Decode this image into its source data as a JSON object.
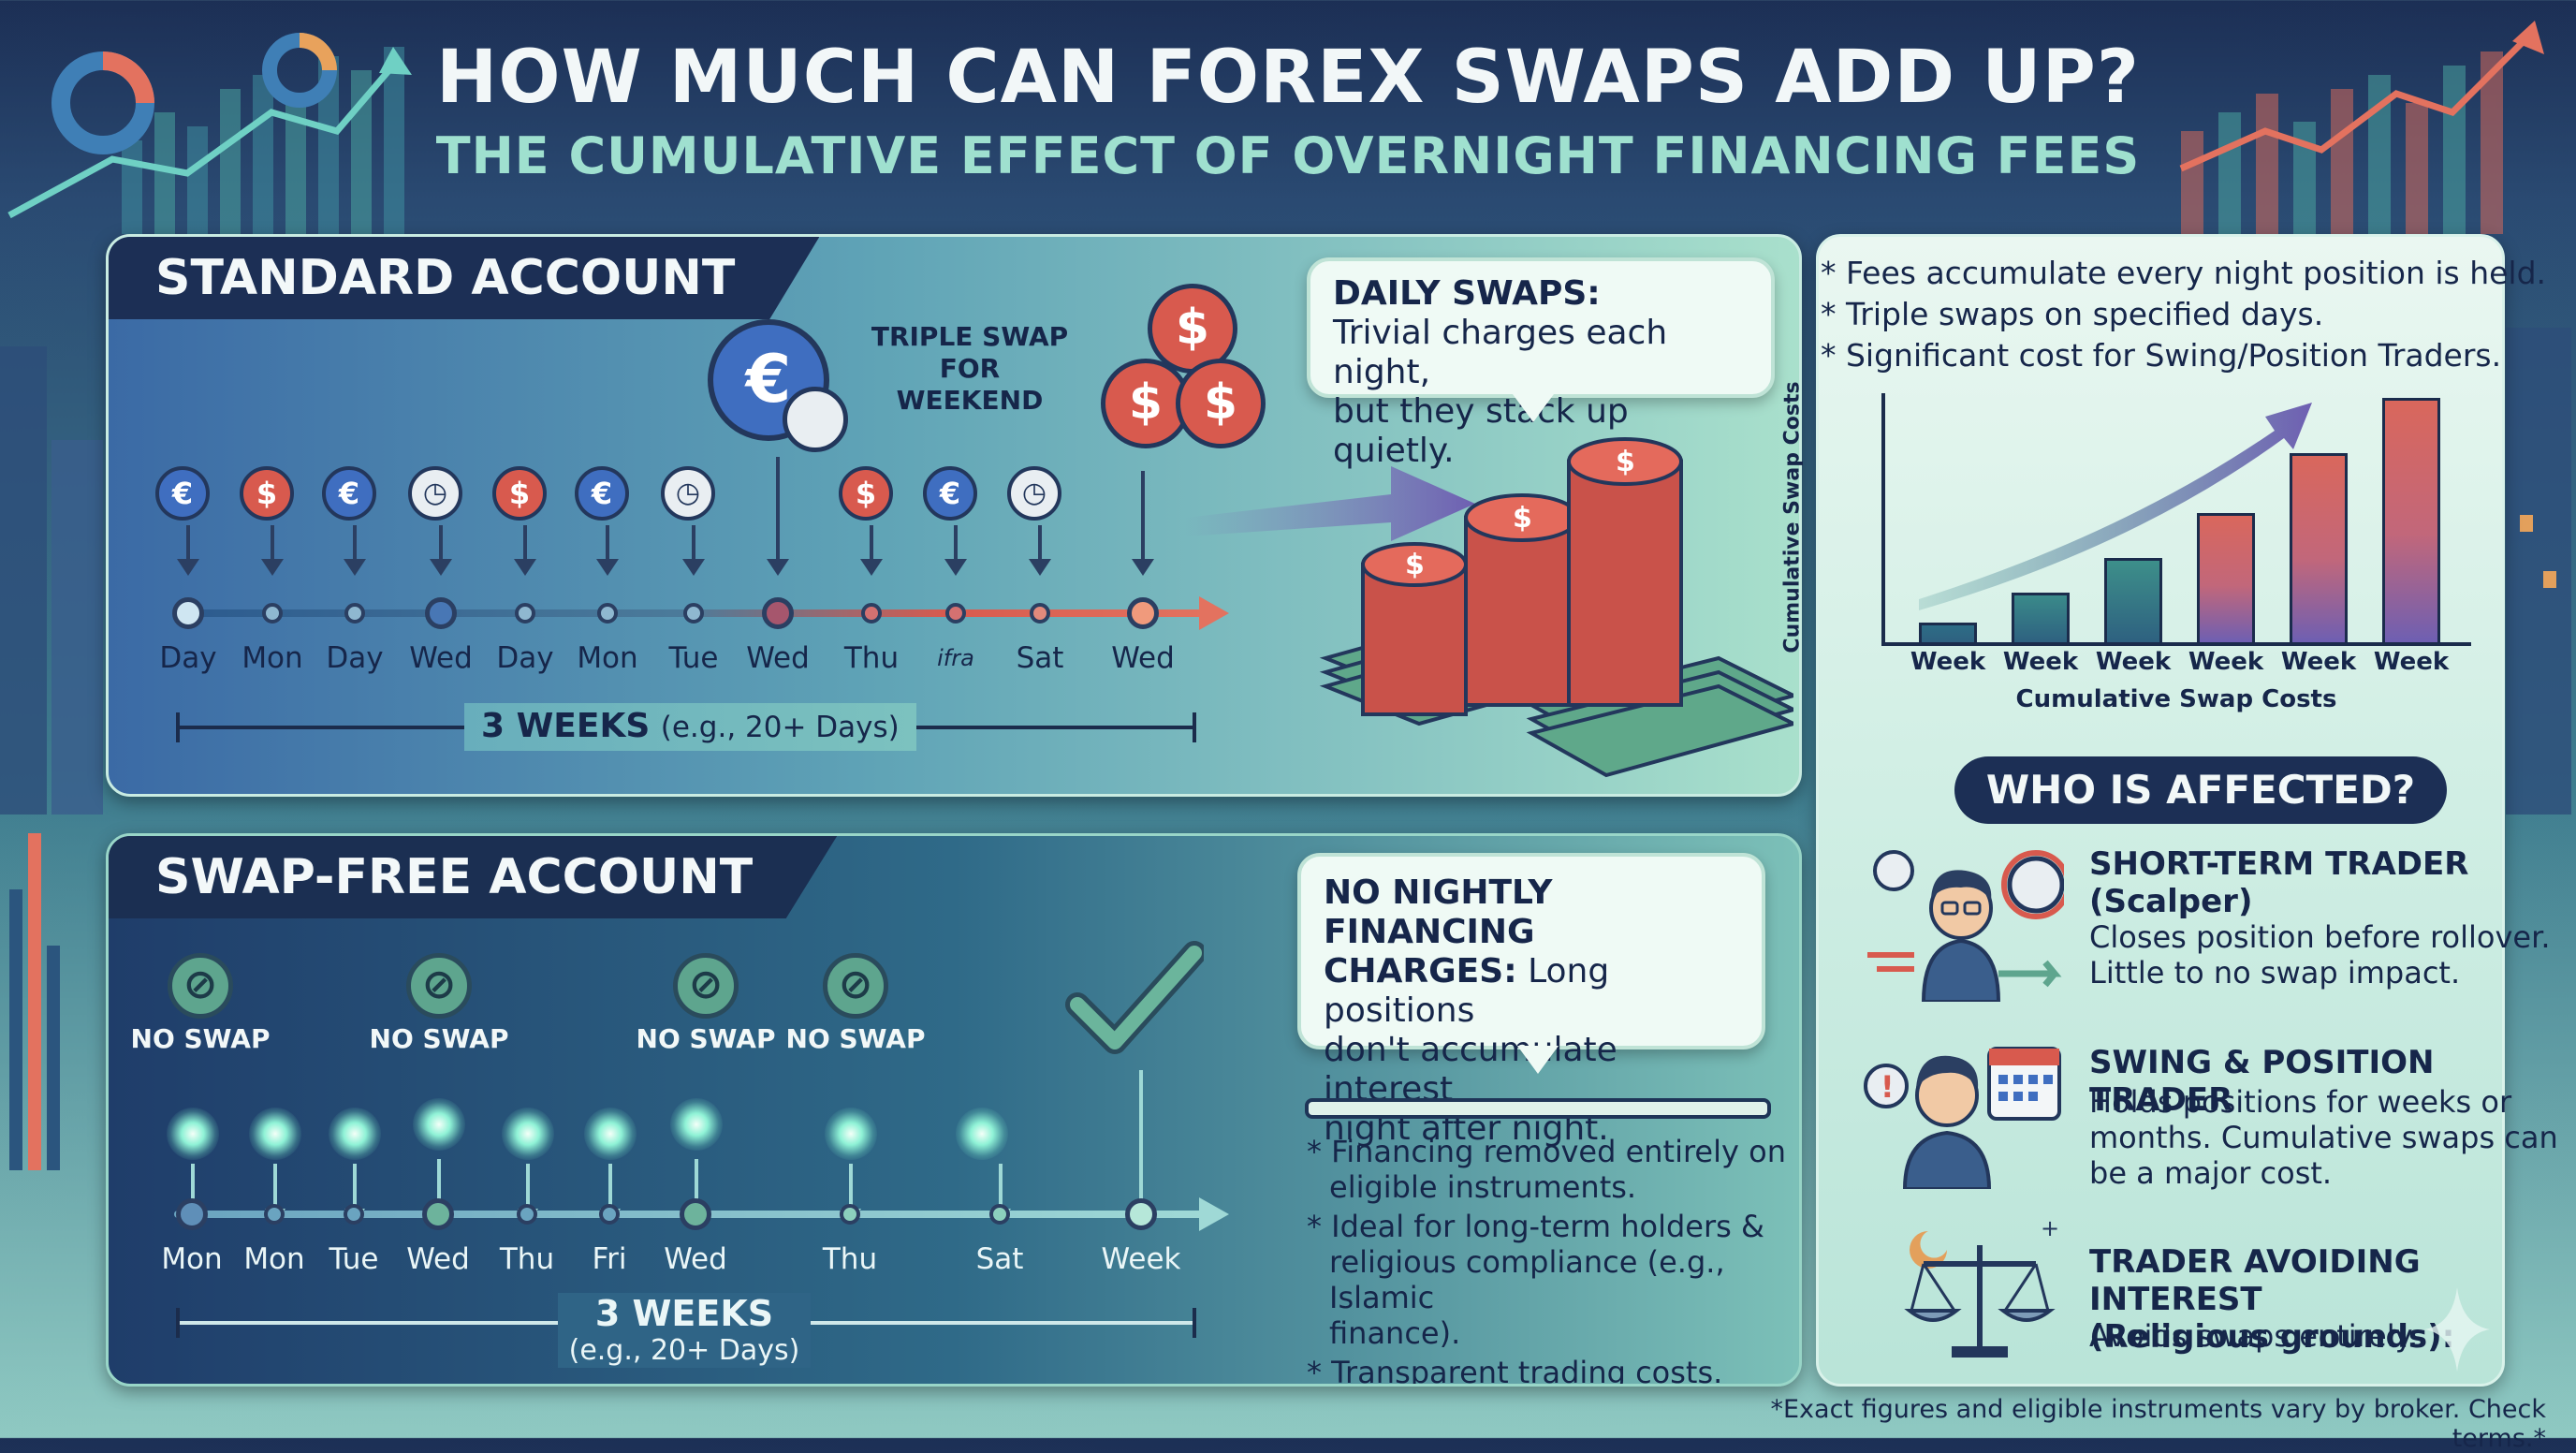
{
  "header": {
    "title": "HOW MUCH CAN FOREX SWAPS ADD UP?",
    "subtitle": "THE CUMULATIVE EFFECT OF OVERNIGHT FINANCING FEES"
  },
  "standard": {
    "tab_label": "STANDARD ACCOUNT",
    "triple_swap_label_1": "TRIPLE SWAP",
    "triple_swap_label_2": "FOR WEEKEND",
    "days": [
      "Day",
      "Mon",
      "Day",
      "Wed",
      "Day",
      "Mon",
      "Tue",
      "Wed",
      "Thu",
      "ifra",
      "Sat",
      "Wed"
    ],
    "span_bold": "3 WEEKS",
    "span_note": "(e.g., 20+ Days)",
    "callout_title": "DAILY SWAPS:",
    "callout_line1": "Trivial charges each night,",
    "callout_line2": "but they stack up quietly."
  },
  "swapfree": {
    "tab_label": "SWAP-FREE ACCOUNT",
    "no_swap_labels": [
      "NO SWAP",
      "NO SWAP",
      "NO SWAP",
      "NO SWAP"
    ],
    "days": [
      "Mon",
      "Mon",
      "Tue",
      "Wed",
      "Thu",
      "Fri",
      "Wed",
      "Thu",
      "Sat",
      "Week"
    ],
    "span_bold": "3 WEEKS",
    "span_note": "(e.g., 20+ Days)",
    "callout_title": "NO NIGHTLY FINANCING CHARGES:",
    "callout_line1": "Long positions",
    "callout_line2": "don't accumulate interest",
    "callout_line3": "night after night.",
    "notes": [
      "* Financing removed entirely on",
      "eligible instruments.",
      "* Ideal for long-term holders &",
      "religious compliance (e.g., Islamic",
      "finance).",
      "* Transparent trading costs."
    ]
  },
  "right": {
    "notes": [
      "* Fees accumulate every night position is held.",
      "* Triple swaps on specified days.",
      "* Significant cost for Swing/Position Traders."
    ]
  },
  "chart_data": {
    "type": "bar",
    "categories": [
      "Week",
      "Week",
      "Week",
      "Week",
      "Week",
      "Week"
    ],
    "values": [
      8,
      20,
      34,
      52,
      76,
      98
    ],
    "xlabel": "Cumulative Swap Costs",
    "ylabel": "Cumulative Swap Costs",
    "ylim": [
      0,
      100
    ],
    "grid": false,
    "colors": [
      "#2d6d86",
      "#3a8a8a",
      "#3d8f8a",
      "#d9675c",
      "#d9675c",
      "#d9675c"
    ]
  },
  "who": {
    "header": "WHO IS AFFECTED?",
    "items": [
      {
        "title_1": "SHORT-TERM TRADER",
        "title_2": "(Scalper)",
        "desc_1": "Closes position before rollover.",
        "desc_2": "Little to no swap impact.",
        "desc_3": ""
      },
      {
        "title_1": "SWING & POSITION TRADER",
        "title_2": "",
        "desc_1": "Holds positions for weeks or",
        "desc_2": "months. Cumulative swaps can",
        "desc_3": "be a major cost."
      },
      {
        "title_1": "TRADER AVOIDING INTEREST",
        "title_2": "(Religious grounds):",
        "desc_1": "Avoids swaps entirely.",
        "desc_2": "",
        "desc_3": ""
      }
    ]
  },
  "footnote": "*Exact figures and eligible instruments vary by broker. Check terms.*",
  "colors": {
    "navy": "#1c2f55",
    "teal": "#5ea58e",
    "coral": "#d85a4e",
    "accent_text": "#9fe0cf"
  }
}
